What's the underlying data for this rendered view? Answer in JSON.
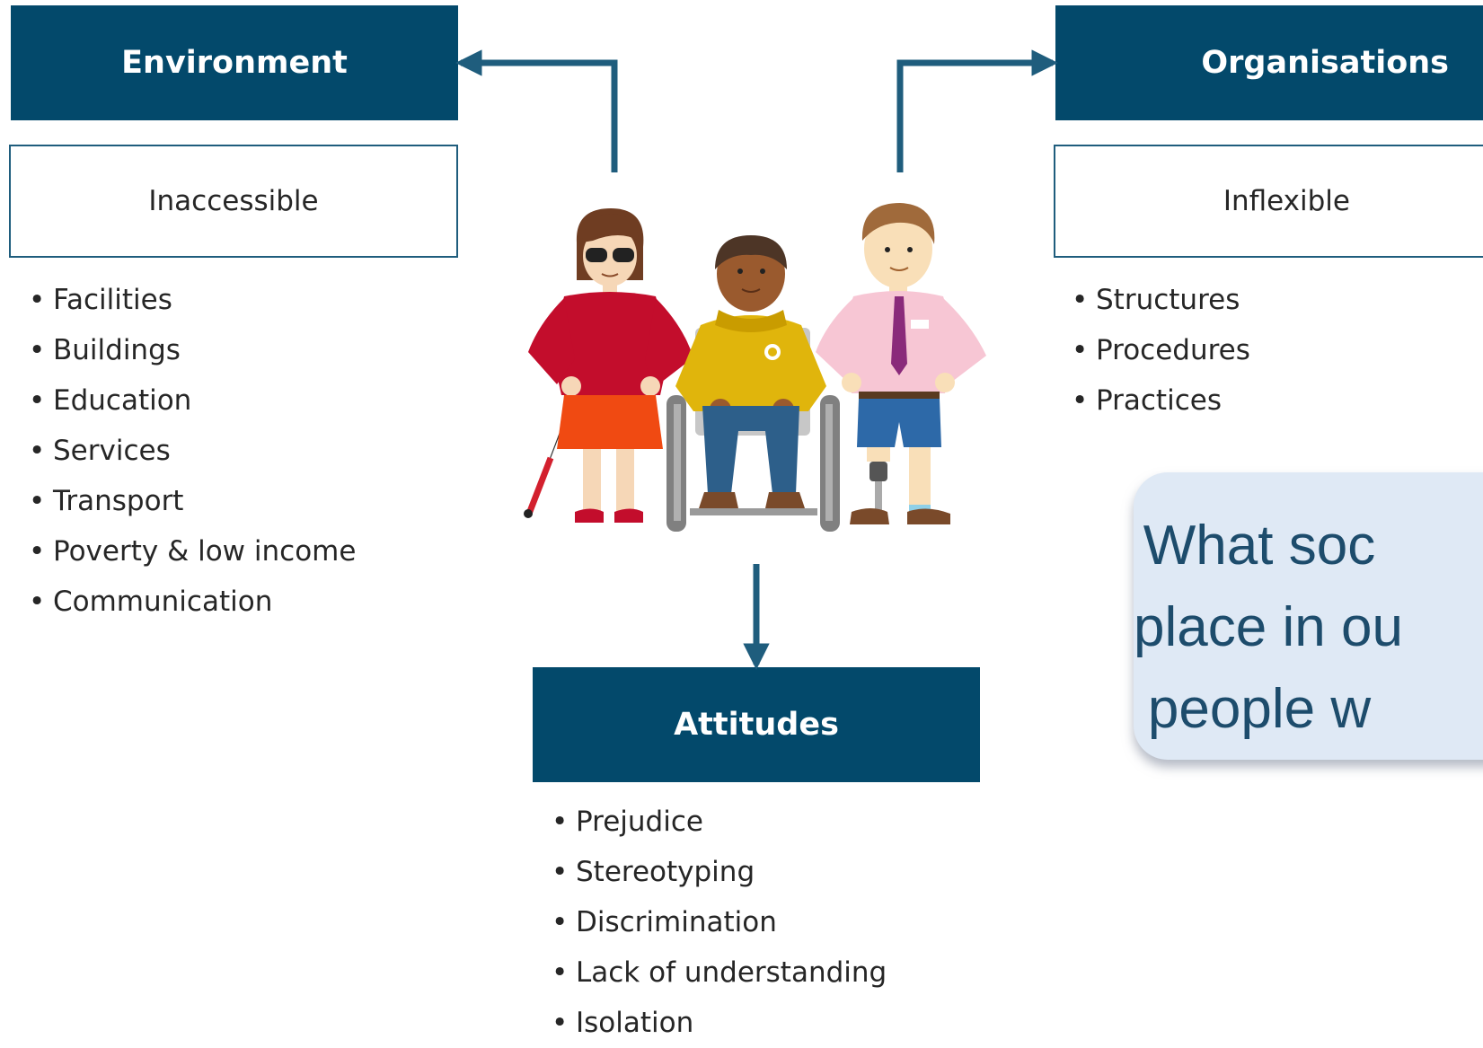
{
  "environment": {
    "title": "Environment",
    "subtitle": "Inaccessible",
    "items": [
      "Facilities",
      "Buildings",
      "Education",
      "Services",
      "Transport",
      "Poverty & low income",
      "Communication"
    ]
  },
  "organisations": {
    "title": "Organisations",
    "subtitle": "Inflexible",
    "items": [
      "Structures",
      "Procedures",
      "Practices"
    ]
  },
  "attitudes": {
    "title": "Attitudes",
    "items": [
      "Prejudice",
      "Stereotyping",
      "Discrimination",
      "Lack of understanding",
      "Isolation"
    ]
  },
  "callout": {
    "lines": [
      "What soc",
      "place in ou",
      "people w"
    ]
  },
  "colors": {
    "header": "#03496b",
    "callout_bg": "#dfe9f5",
    "callout_text": "#1d4c6c"
  },
  "illustration": {
    "figures": [
      "woman-with-white-cane-figure",
      "wheelchair-user-figure",
      "man-with-prosthetic-leg-figure"
    ]
  }
}
